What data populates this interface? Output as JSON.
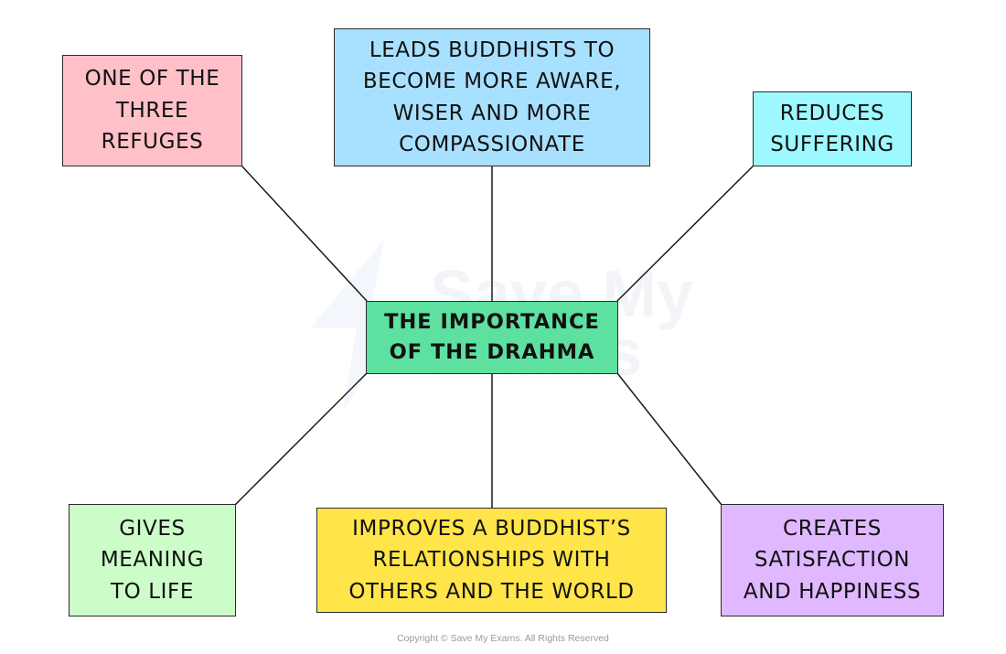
{
  "diagram": {
    "type": "spider-diagram",
    "center": {
      "id": "center",
      "text": "THE IMPORTANCE\nOF THE DRAHMA",
      "color": "#5de0a0"
    },
    "nodes": [
      {
        "id": "top-left",
        "text": "ONE OF THE\nTHREE\nREFUGES",
        "color": "#ffc0c8"
      },
      {
        "id": "top-center",
        "text": "LEADS BUDDHISTS TO\nBECOME MORE AWARE,\nWISER AND MORE\nCOMPASSIONATE",
        "color": "#a8e0ff"
      },
      {
        "id": "top-right",
        "text": "REDUCES\nSUFFERING",
        "color": "#9ef8ff"
      },
      {
        "id": "bottom-left",
        "text": "GIVES\nMEANING\nTO LIFE",
        "color": "#ccfcc8"
      },
      {
        "id": "bottom-center",
        "text": "IMPROVES A BUDDHIST’S\nRELATIONSHIPS WITH\nOTHERS AND THE WORLD",
        "color": "#ffe44a"
      },
      {
        "id": "bottom-right",
        "text": "CREATES\nSATISFACTION\nAND HAPPINESS",
        "color": "#e0b8ff"
      }
    ],
    "edges": [
      [
        "center",
        "top-left"
      ],
      [
        "center",
        "top-center"
      ],
      [
        "center",
        "top-right"
      ],
      [
        "center",
        "bottom-left"
      ],
      [
        "center",
        "bottom-center"
      ],
      [
        "center",
        "bottom-right"
      ]
    ]
  },
  "watermark": {
    "line1": "Save My",
    "line2": "Exams"
  },
  "footer": {
    "copyright": "Copyright © Save My Exams. All Rights Reserved"
  }
}
